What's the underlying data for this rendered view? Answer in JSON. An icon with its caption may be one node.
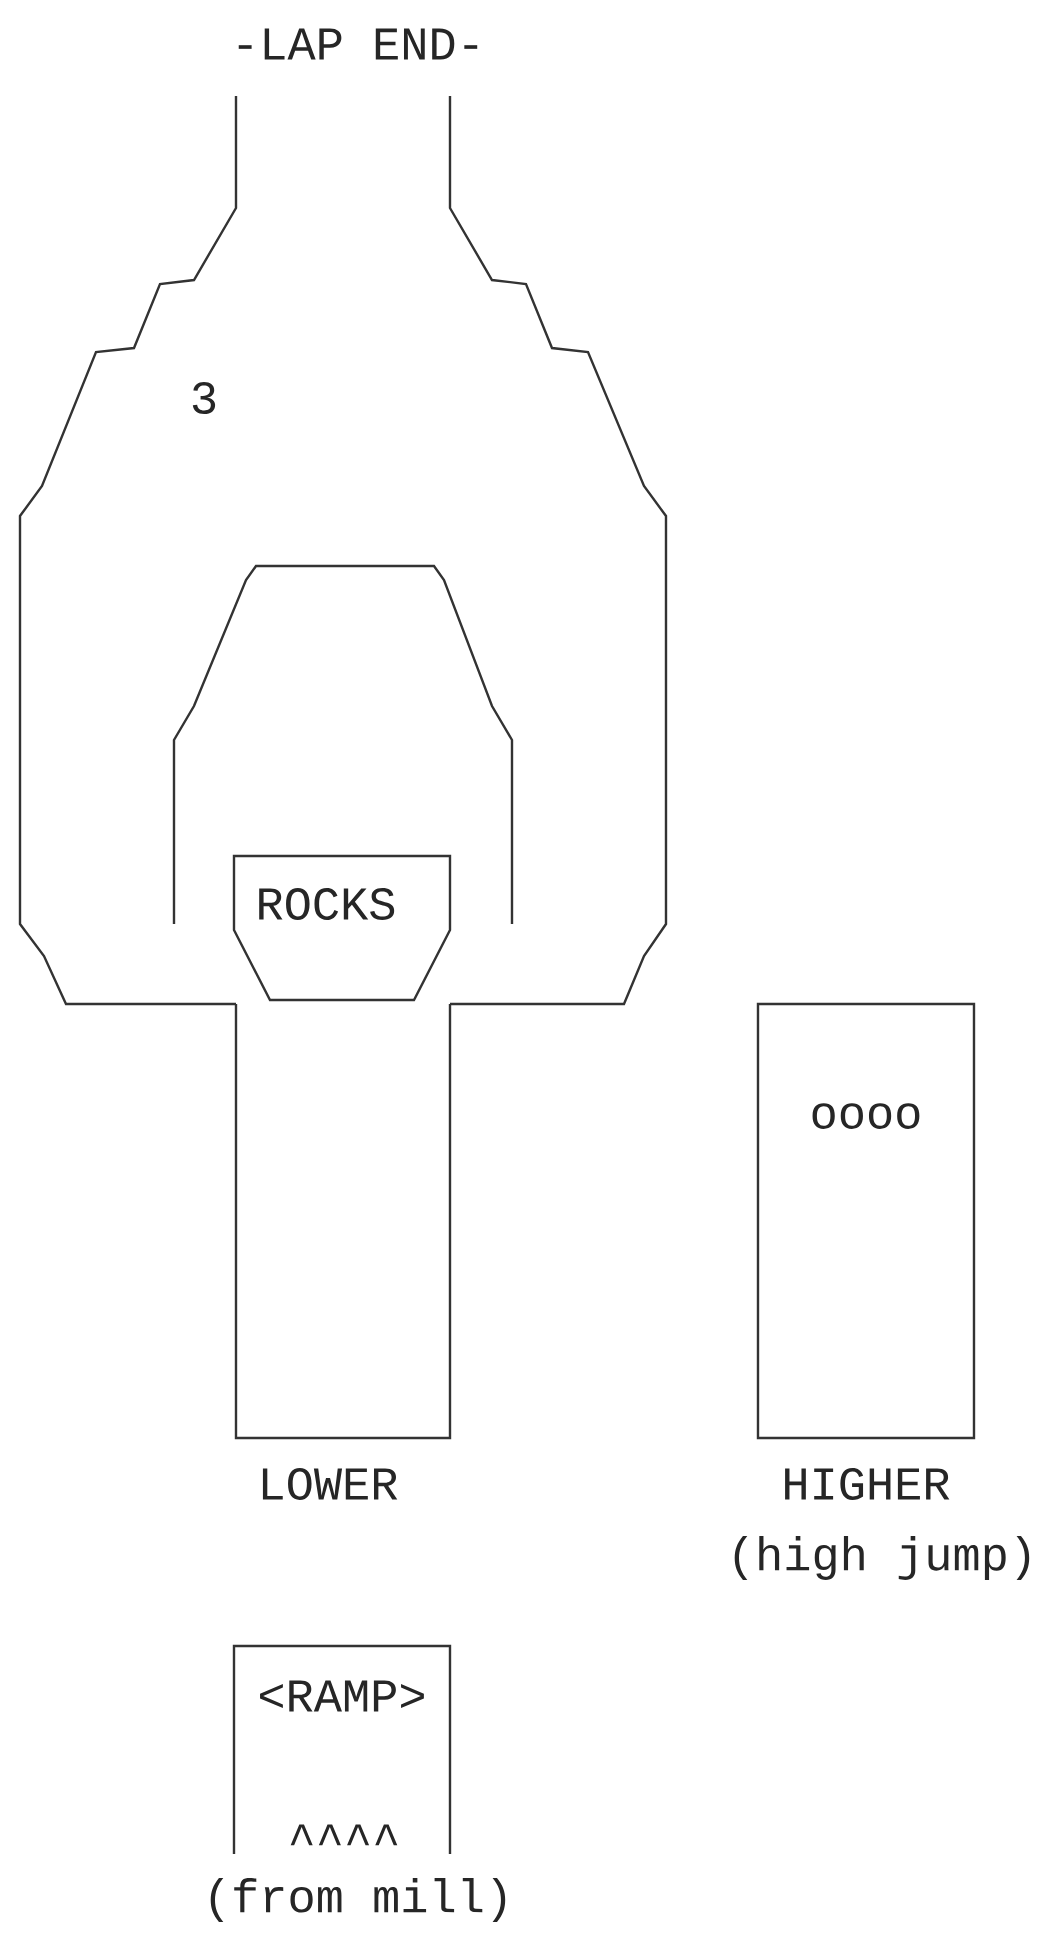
{
  "diagram": {
    "nodes": [
      {
        "text": [
          "-LAP END-",
          "3"
        ]
      },
      {
        "text": [
          "ROCKS"
        ],
        "in": 0
      },
      {
        "text": [],
        "shape": "box",
        "beside": [
          "LOWER"
        ]
      },
      {
        "text": [
          "oooo"
        ],
        "beside": [
          "HIGHER",
          "(high jump)"
        ]
      },
      {
        "text": [
          "<RAMP>",
          "^^^^"
        ],
        "beside": [
          "(from mill)"
        ]
      }
    ]
  }
}
